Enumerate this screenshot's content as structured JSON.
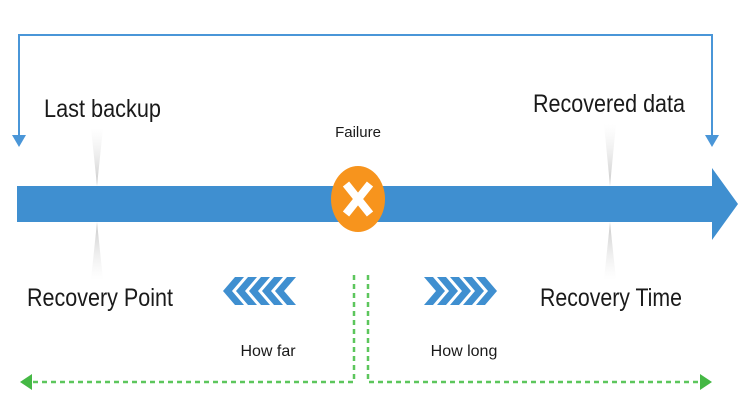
{
  "labels": {
    "last_backup": "Last backup",
    "recovered_data": "Recovered data",
    "failure": "Failure",
    "recovery_point": "Recovery Point",
    "recovery_time": "Recovery Time",
    "how_far": "How far",
    "how_long": "How long"
  },
  "colors": {
    "timeline": "#3f8fd0",
    "bracket": "#4a96d8",
    "failure": "#f7941d",
    "span": "#5cc65c",
    "tick": "#d0d0d0"
  },
  "icons": {
    "failure_marker": "x-circle-icon",
    "how_far": "chevrons-left-icon",
    "how_long": "chevrons-right-icon"
  }
}
